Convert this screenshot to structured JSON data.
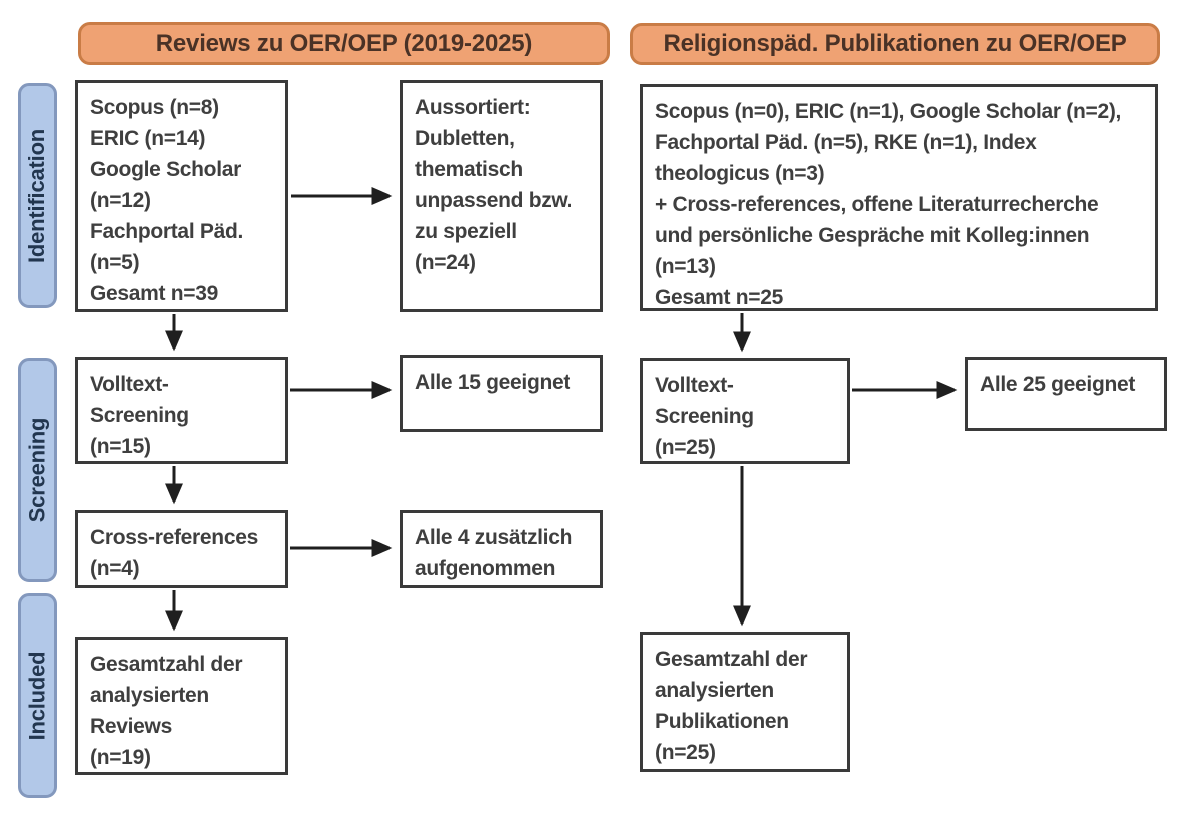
{
  "title_banners": {
    "left": "Reviews zu OER/OEP (2019-2025)",
    "right": "Religionspäd. Publikationen zu OER/OEP"
  },
  "stage_labels": {
    "identification": "Identification",
    "screening": "Screening",
    "included": "Included"
  },
  "flow_left": {
    "sources": "Scopus (n=8)\nERIC (n=14)\nGoogle Scholar\n(n=12)\nFachportal Päd.\n(n=5)\nGesamt n=39",
    "excluded": "Aussortiert:\nDubletten,\nthematisch\nunpassend bzw.\nzu speziell\n(n=24)",
    "fulltext_screening": "Volltext-\nScreening\n(n=15)",
    "fulltext_result": "Alle 15 geeignet",
    "cross_references": "Cross-references\n(n=4)",
    "crossref_result": "Alle 4 zusätzlich\naufgenommen",
    "included_total": "Gesamtzahl der\nanalysierten\nReviews\n(n=19)"
  },
  "flow_right": {
    "sources": "Scopus (n=0), ERIC (n=1), Google Scholar (n=2),\nFachportal Päd. (n=5), RKE (n=1), Index\ntheologicus (n=3)\n+ Cross-references, offene Literaturrecherche\nund persönliche Gespräche mit Kolleg:innen\n(n=13)\nGesamt n=25",
    "fulltext_screening": "Volltext-\nScreening\n(n=25)",
    "fulltext_result": "Alle 25 geeignet",
    "included_total": "Gesamtzahl der\nanalysierten\nPublikationen\n(n=25)"
  },
  "colors": {
    "header_fill": "#efa273",
    "header_border": "#c97c46",
    "header_text": "#4a3226",
    "stage_fill": "#b2c8e8",
    "stage_border": "#8398bd",
    "stage_text": "#22364f",
    "box_border": "#3a3a3a",
    "box_text": "#3f3f3f",
    "arrow": "#1f1f1f",
    "bg": "#ffffff"
  }
}
